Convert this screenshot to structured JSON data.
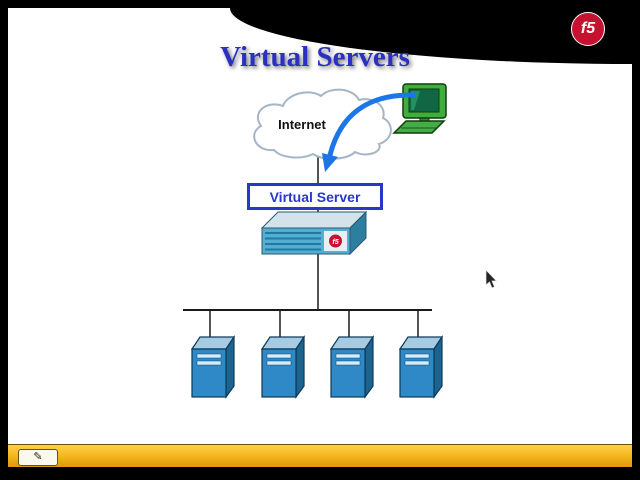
{
  "slide": {
    "title": "Virtual Servers"
  },
  "brand": {
    "logo_text": "f5",
    "logo_color": "#c41230"
  },
  "diagram": {
    "internet_label": "Internet",
    "virtual_server_label": "Virtual Server",
    "appliance_logo_text": "f5",
    "server_count": 4,
    "icon_names": [
      "internet-cloud",
      "client-computer-icon",
      "traffic-arrow",
      "virtual-server-box",
      "bigip-appliance",
      "server-tower"
    ]
  },
  "toolbar": {
    "annotation_icon": "pencil-icon",
    "annotation_glyph": "✎"
  },
  "cursor": {
    "icon": "arrow-pointer"
  },
  "colors": {
    "title_text": "#2a31c0",
    "virtual_server_blue": "#2937c8",
    "arrow_blue": "#1d76e8",
    "bottom_bar_yellow": "#f2b31a",
    "server_blue": "#2f89c6",
    "computer_green": "#3fae3f",
    "logo_red": "#c41230",
    "slide_background": "#ffffff",
    "frame_black": "#000000"
  }
}
